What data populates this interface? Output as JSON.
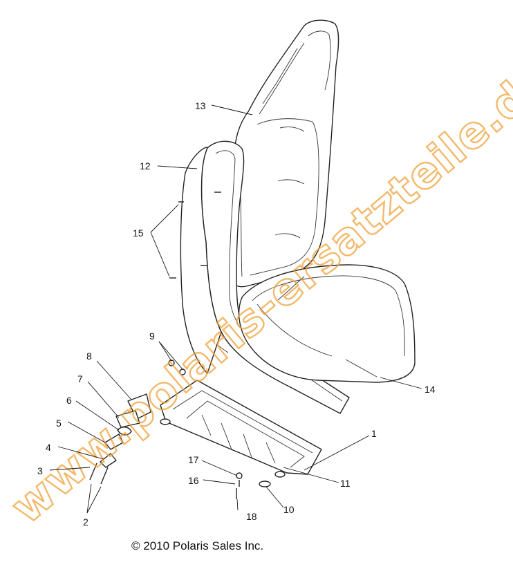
{
  "watermark": "www.polaris-ersatzteile.de",
  "copyright": "© 2010 Polaris Sales Inc.",
  "callouts": [
    "1",
    "2",
    "3",
    "4",
    "5",
    "6",
    "7",
    "8",
    "9",
    "10",
    "11",
    "12",
    "13",
    "14",
    "15",
    "16",
    "17",
    "18"
  ],
  "colors": {
    "watermark": "#f0a13a",
    "line": "#222222"
  }
}
